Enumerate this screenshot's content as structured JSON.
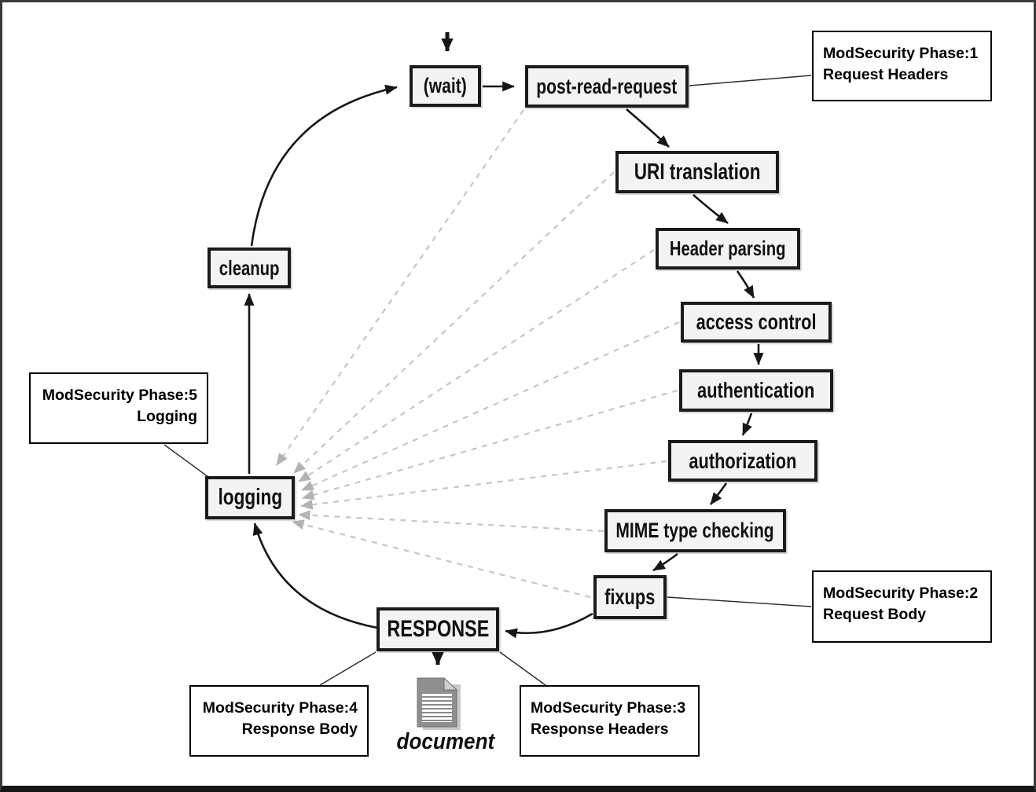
{
  "diagram": {
    "nodes": {
      "wait": {
        "label": "(wait)"
      },
      "post_read_request": {
        "label": "post-read-request"
      },
      "uri_translation": {
        "label": "URI translation"
      },
      "header_parsing": {
        "label": "Header parsing"
      },
      "access_control": {
        "label": "access control"
      },
      "authentication": {
        "label": "authentication"
      },
      "authorization": {
        "label": "authorization"
      },
      "mime_type_checking": {
        "label": "MIME type checking"
      },
      "fixups": {
        "label": "fixups"
      },
      "response": {
        "label": "RESPONSE"
      },
      "logging": {
        "label": "logging"
      },
      "cleanup": {
        "label": "cleanup"
      },
      "document": {
        "label": "document"
      }
    },
    "annotations": {
      "phase1": {
        "line1": "ModSecurity Phase:1",
        "line2": "Request Headers"
      },
      "phase2": {
        "line1": "ModSecurity Phase:2",
        "line2": "Request Body"
      },
      "phase3": {
        "line1": "ModSecurity Phase:3",
        "line2": "Response Headers"
      },
      "phase4": {
        "line1": "ModSecurity Phase:4",
        "line2": "Response Body"
      },
      "phase5": {
        "line1": "ModSecurity Phase:5",
        "line2": "Logging"
      }
    },
    "colors": {
      "node_fill": "#f3f3f3",
      "node_border": "#1b1b1b",
      "solid_line": "#161616",
      "dashed_line": "#c6c6c6",
      "dashed_arrow": "#b3b3b3",
      "frame_border": "#3a3a3a"
    }
  }
}
